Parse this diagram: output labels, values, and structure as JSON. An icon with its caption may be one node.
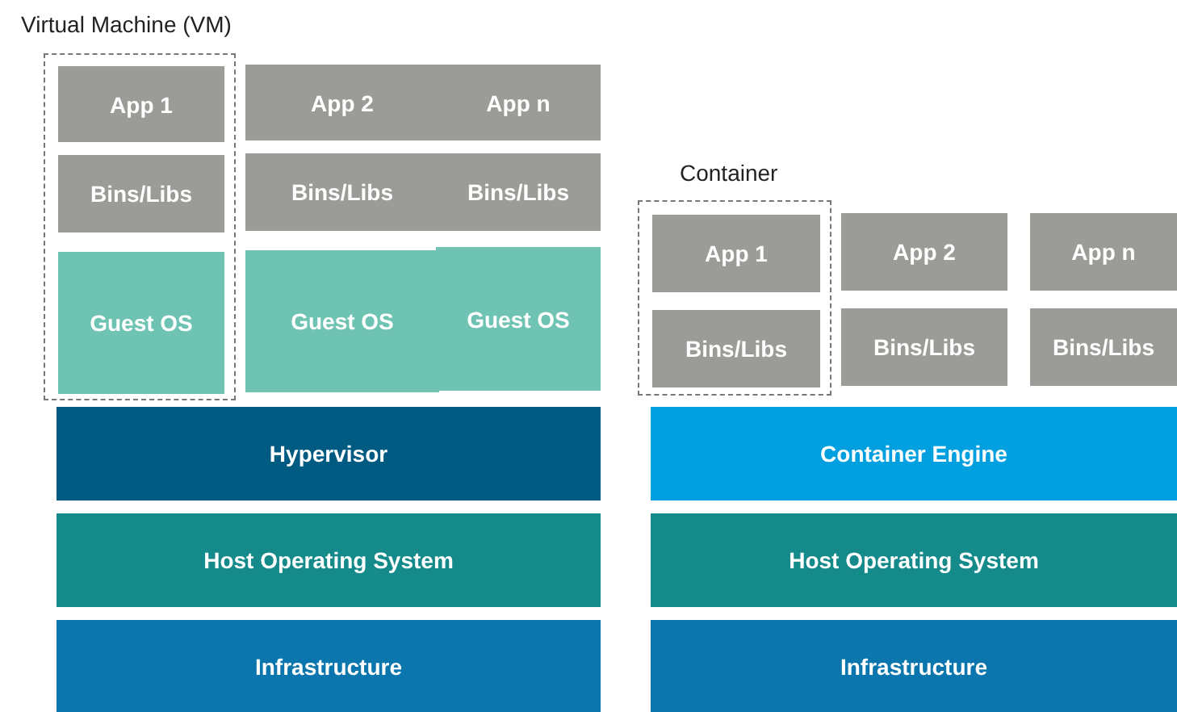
{
  "diagram": {
    "nodes": [
      {
        "text": [
          "Virtual Machine (VM)"
        ]
      },
      {
        "text": [
          "App 1"
        ],
        "in": 0
      },
      {
        "text": [
          "App 2"
        ]
      },
      {
        "text": [
          "App n"
        ]
      },
      {
        "text": [
          "Bins/Libs"
        ],
        "in": 0
      },
      {
        "text": [
          "Bins/Libs"
        ]
      },
      {
        "text": [
          "Bins/Libs"
        ]
      },
      {
        "text": [
          "Guest OS"
        ],
        "in": 0
      },
      {
        "text": [
          "Guest OS"
        ]
      },
      {
        "text": [
          "Guest OS"
        ]
      },
      {
        "text": [
          "Hypervisor"
        ]
      },
      {
        "text": [
          "Host Operating System"
        ]
      },
      {
        "text": [
          "Infrastructure"
        ]
      },
      {
        "text": [
          "Container"
        ]
      },
      {
        "text": [
          "App 1"
        ],
        "in": 13
      },
      {
        "text": [
          "App 2"
        ]
      },
      {
        "text": [
          "App n"
        ]
      },
      {
        "text": [
          "Bins/Libs"
        ],
        "in": 13
      },
      {
        "text": [
          "Bins/Libs"
        ]
      },
      {
        "text": [
          "Bins/Libs"
        ]
      },
      {
        "text": [
          "Container Engine"
        ]
      },
      {
        "text": [
          "Host Operating System"
        ]
      },
      {
        "text": [
          "Infrastructure"
        ]
      }
    ]
  }
}
